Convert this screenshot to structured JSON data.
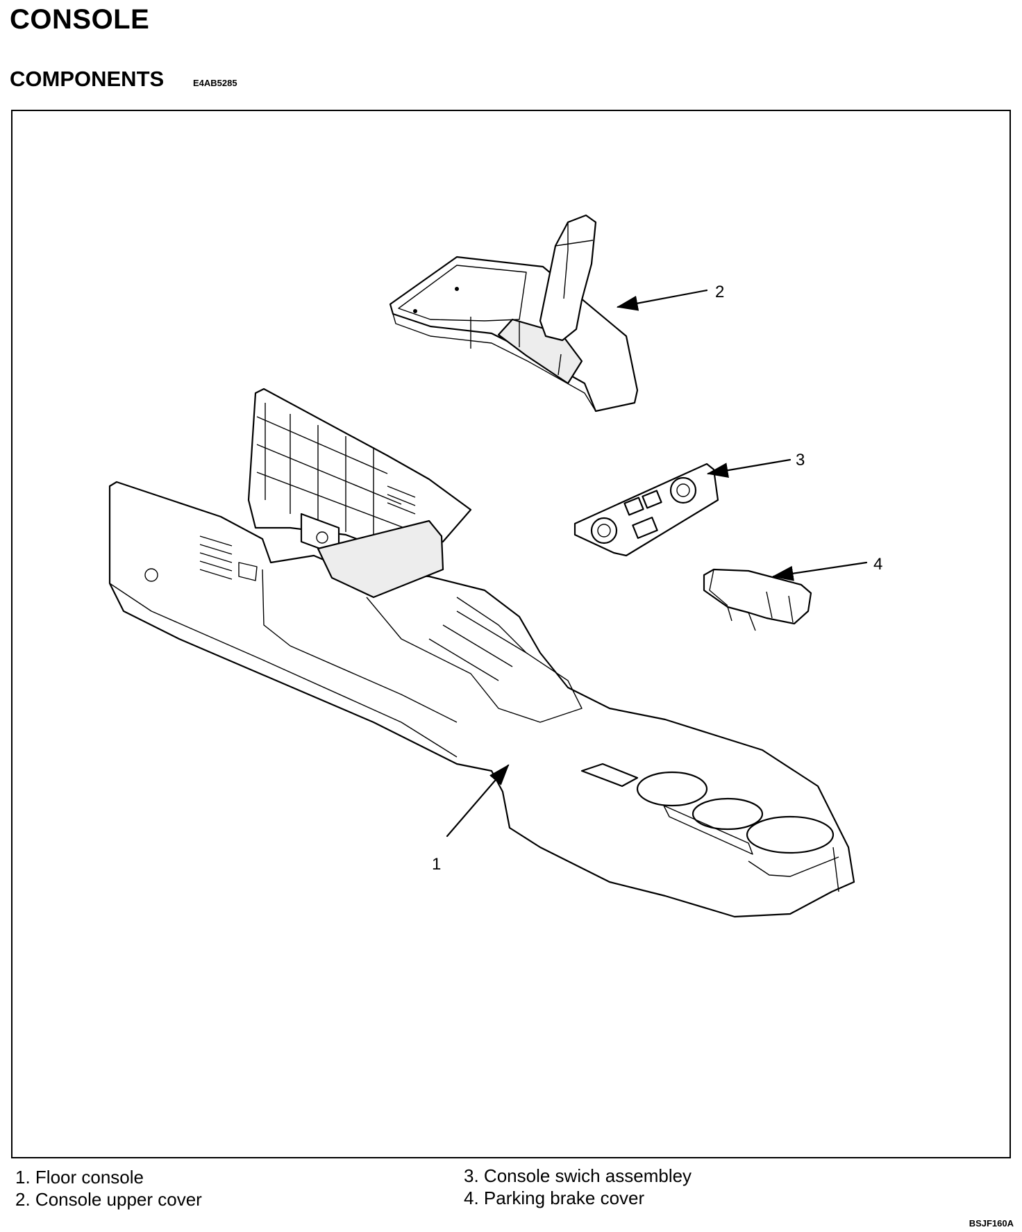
{
  "page": {
    "title": "CONSOLE",
    "subtitle": "COMPONENTS",
    "section_code": "E4AB5285",
    "figure_code": "BSJF160A"
  },
  "diagram": {
    "callouts": [
      "1",
      "2",
      "3",
      "4"
    ]
  },
  "legend": [
    {
      "num": "1.",
      "label": "Floor console"
    },
    {
      "num": "2.",
      "label": "Console upper cover"
    },
    {
      "num": "3.",
      "label": "Console swich assembley"
    },
    {
      "num": "4.",
      "label": "Parking brake cover"
    }
  ]
}
